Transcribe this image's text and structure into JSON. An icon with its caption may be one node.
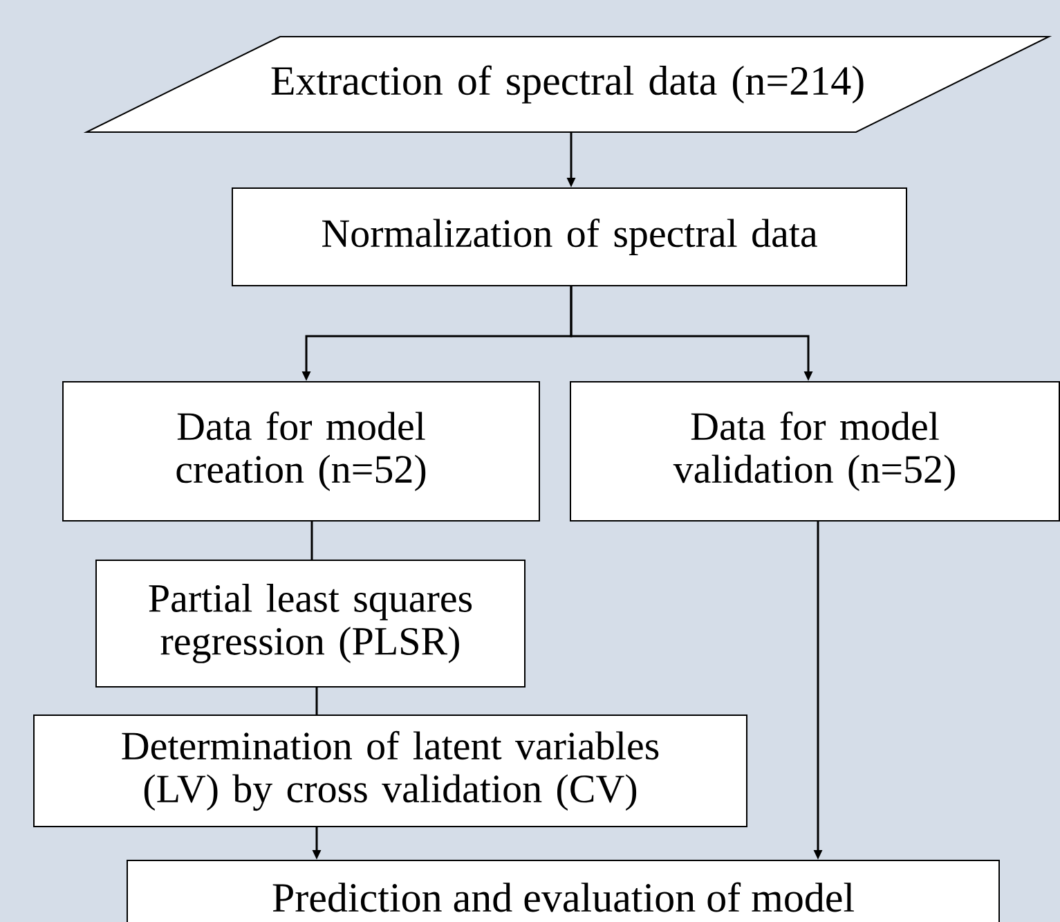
{
  "diagram": {
    "nodes": [
      {
        "text": [
          "Extraction of spectral data (n=214)"
        ]
      },
      {
        "text": [
          "Normalization of spectral data"
        ]
      },
      {
        "text": [
          "Data for model creation (n=52)"
        ]
      },
      {
        "text": [
          "Data for model validation (n=52)"
        ]
      },
      {
        "text": [
          "Partial least squares regression (PLSR)"
        ]
      },
      {
        "text": [
          "Determination of latent variables (LV) by cross validation (CV)"
        ]
      },
      {
        "text": [
          "Prediction and evaluation of model"
        ]
      }
    ],
    "edges": [
      {
        "from": 0,
        "to": 1,
        "arrow": "to"
      },
      {
        "from": 1,
        "to": 2,
        "arrow": "to"
      },
      {
        "from": 1,
        "to": 3,
        "arrow": "to"
      },
      {
        "from": 2,
        "to": 4,
        "arrow": "none"
      },
      {
        "from": 4,
        "to": 5,
        "arrow": "none"
      },
      {
        "from": 5,
        "to": 6,
        "arrow": "to"
      },
      {
        "from": 3,
        "to": 6,
        "arrow": "to"
      }
    ]
  }
}
